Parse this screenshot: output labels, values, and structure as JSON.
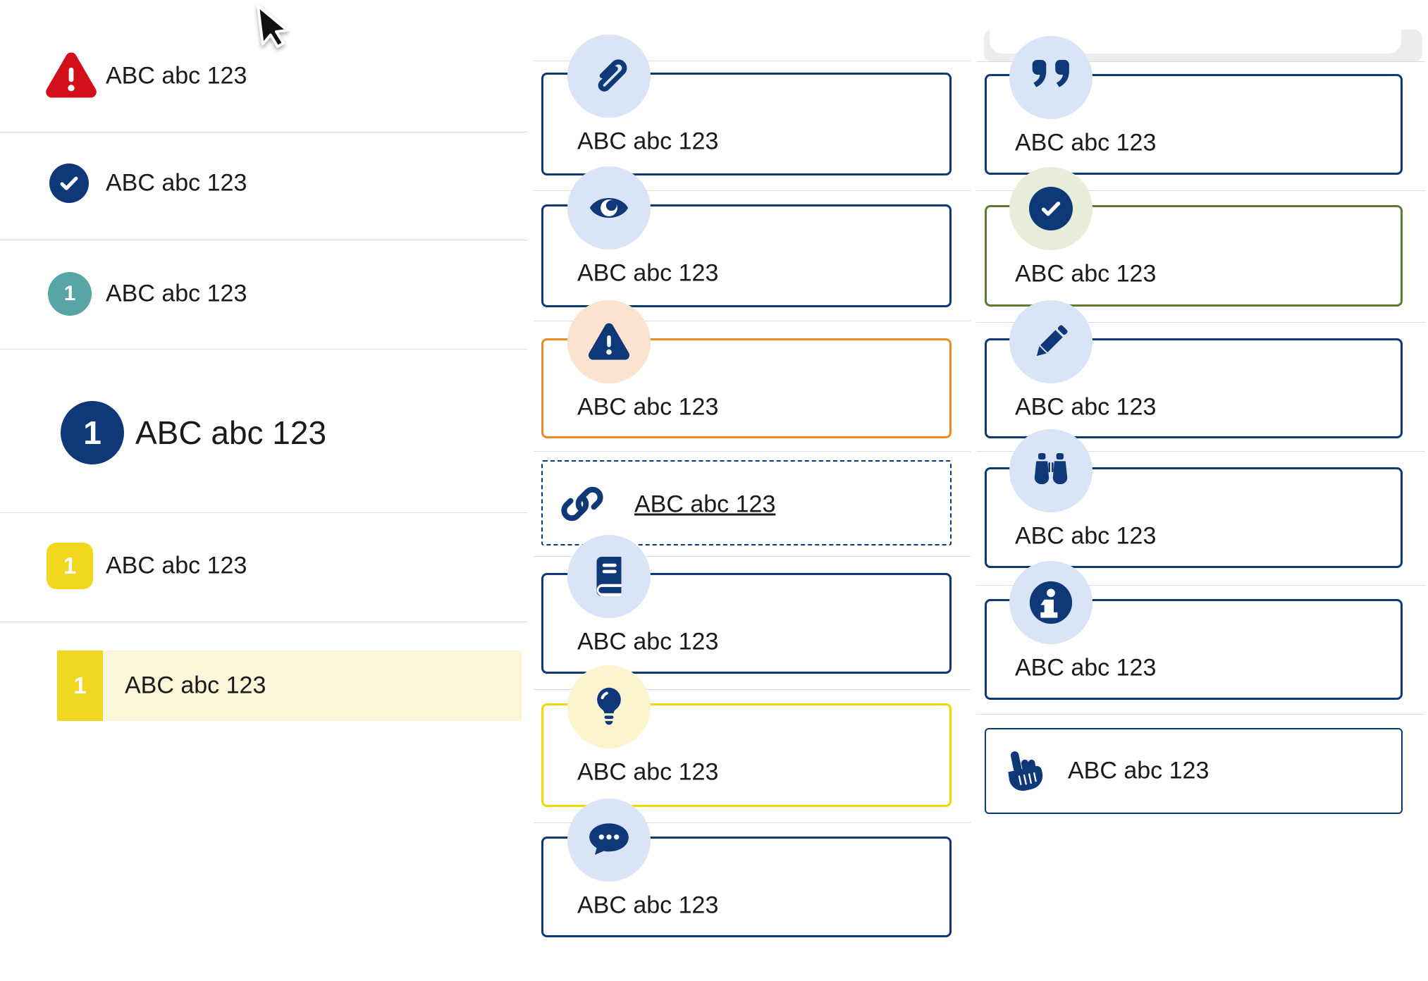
{
  "colors": {
    "navy": "#0e3878",
    "orange": "#ee8b22",
    "accent_yellow": "#f2d800",
    "olive": "#5e7a33",
    "red": "#d2101c",
    "teal": "#58a5a5",
    "badge_yellow": "#f0d722",
    "row_highlight": "#fbf6da",
    "icon_blue_bg": "#d9e4f6",
    "icon_peach_bg": "#fbe3cf",
    "icon_paleyellow_bg": "#fbf4cf",
    "icon_sage_bg": "#e8edda",
    "separator": "#dcdcdc",
    "text": "#1a1a1a"
  },
  "left_list": {
    "items": [
      {
        "icon": "warning-triangle-icon",
        "label": "ABC abc 123"
      },
      {
        "icon": "check-circle-icon",
        "label": "ABC abc 123"
      },
      {
        "icon": "number-badge-teal",
        "number": "1",
        "label": "ABC abc 123"
      },
      {
        "icon": "number-badge-navy-large",
        "number": "1",
        "label": "ABC abc 123"
      },
      {
        "icon": "number-badge-yellow",
        "number": "1",
        "label": "ABC abc 123"
      },
      {
        "icon": "number-block-yellow",
        "number": "1",
        "label": "ABC abc 123",
        "highlighted": true
      }
    ]
  },
  "middle_callouts": {
    "items": [
      {
        "icon": "paperclip-icon",
        "variant": "navy",
        "label": "ABC abc 123"
      },
      {
        "icon": "eye-icon",
        "variant": "navy",
        "label": "ABC abc 123"
      },
      {
        "icon": "warning-icon",
        "variant": "orange",
        "label": "ABC abc 123"
      },
      {
        "icon": "link-icon",
        "variant": "dashed-link",
        "label": "ABC abc 123"
      },
      {
        "icon": "book-icon",
        "variant": "navy",
        "label": "ABC abc 123"
      },
      {
        "icon": "lightbulb-icon",
        "variant": "yellow",
        "label": "ABC abc 123"
      },
      {
        "icon": "chat-icon",
        "variant": "navy",
        "label": "ABC abc 123"
      }
    ]
  },
  "right_callouts": {
    "items": [
      {
        "icon": "quote-icon",
        "variant": "navy",
        "label": "ABC abc 123"
      },
      {
        "icon": "check-icon",
        "variant": "olive",
        "label": "ABC abc 123"
      },
      {
        "icon": "pencil-icon",
        "variant": "navy",
        "label": "ABC abc 123"
      },
      {
        "icon": "binoculars-icon",
        "variant": "navy",
        "label": "ABC abc 123"
      },
      {
        "icon": "info-icon",
        "variant": "navy",
        "label": "ABC abc 123"
      },
      {
        "icon": "hand-pointer-icon",
        "variant": "navy-inline",
        "label": "ABC abc 123"
      }
    ]
  }
}
